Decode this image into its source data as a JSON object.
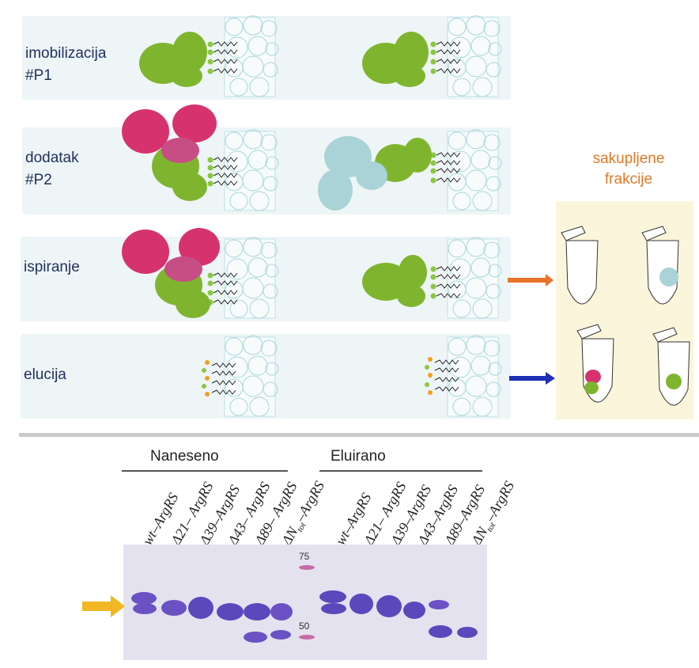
{
  "steps": [
    {
      "label": "imobilizacija\n#P1"
    },
    {
      "label": "dodatak\n#P2"
    },
    {
      "label": "ispiranje"
    },
    {
      "label": "elucija"
    }
  ],
  "collected": {
    "title": "sakupljene\nfrakcije"
  },
  "gel": {
    "loaded_label": "Naneseno",
    "eluted_label": "Eluirano",
    "lanes": [
      "wt–ArgRS",
      "Δ21– ArgRS",
      "Δ39–ArgRS",
      "Δ43– ArgRS",
      "Δ89– ArgRS",
      "ΔN",
      "wt–ArgRS",
      "Δ21– ArgRS",
      "Δ39–ArgRS",
      "Δ43–ArgRS",
      "Δ89–ArgRS",
      "ΔN"
    ],
    "ntot_sub": "tot",
    "ntot_suffix": "–ArgRS",
    "marker_high": "75",
    "marker_low": "50"
  },
  "colors": {
    "panel": "#eef5f6",
    "green_protein": "#7fb52e",
    "pink_protein": "#d6336e",
    "blue_protein": "#a9d3d6",
    "orange_arrow": "#e8742a",
    "blue_arrow": "#1f2fb8",
    "yellow_arrow": "#f2b824"
  }
}
